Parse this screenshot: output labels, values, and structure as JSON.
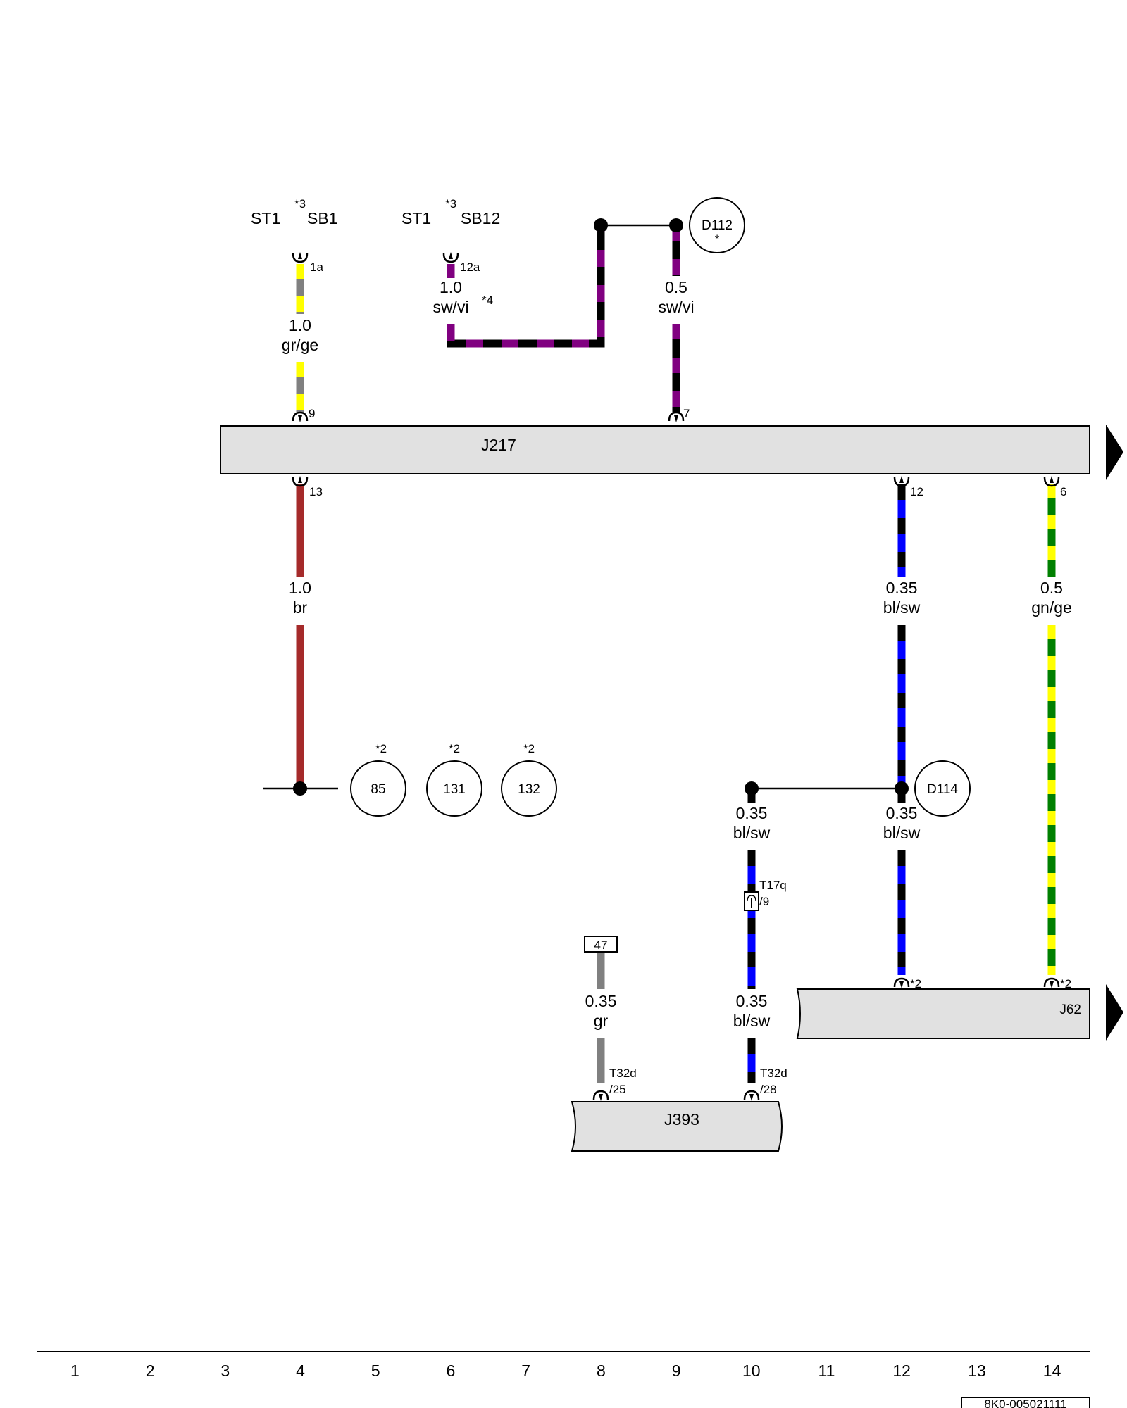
{
  "terminals": {
    "left": {
      "st": "ST1",
      "sb": "SB1",
      "note": "*3",
      "pin": "1a"
    },
    "right": {
      "st": "ST1",
      "sb": "SB12",
      "note": "*3",
      "pin": "12a"
    }
  },
  "wires": {
    "sb1": {
      "gauge": "1.0",
      "color": "gr/ge",
      "pin": "9"
    },
    "sb12": {
      "gauge": "1.0",
      "color": "sw/vi",
      "note": "*4"
    },
    "d112": {
      "gauge": "0.5",
      "color": "sw/vi",
      "pin": "7"
    },
    "pin13": {
      "gauge": "1.0",
      "color": "br",
      "pin": "13"
    },
    "pin12": {
      "gauge": "0.35",
      "color": "bl/sw",
      "pin": "12"
    },
    "pin6": {
      "gauge": "0.5",
      "color": "gn/ge",
      "pin": "6"
    },
    "d114_left": {
      "gauge": "0.35",
      "color": "bl/sw"
    },
    "d114_down": {
      "gauge": "0.35",
      "color": "bl/sw"
    },
    "j62_pin_a": "*2",
    "j62_pin_b": "*2",
    "t17q": {
      "connector": "T17q",
      "pin": "/9"
    },
    "j393_left": {
      "gauge": "0.35",
      "color": "gr",
      "connector": "T32d",
      "pin": "/25"
    },
    "j393_right": {
      "gauge": "0.35",
      "color": "bl/sw",
      "connector": "T32d",
      "pin": "/28"
    }
  },
  "components": {
    "j217": "J217",
    "j62": "J62",
    "j393": "J393",
    "d112": {
      "label": "D112",
      "note": "*"
    },
    "d114": "D114",
    "ref47": "47"
  },
  "ground_refs": [
    {
      "label": "85",
      "note": "*2"
    },
    {
      "label": "131",
      "note": "*2"
    },
    {
      "label": "132",
      "note": "*2"
    }
  ],
  "grid": [
    "1",
    "2",
    "3",
    "4",
    "5",
    "6",
    "7",
    "8",
    "9",
    "10",
    "11",
    "12",
    "13",
    "14"
  ],
  "doc_id": "8K0-005021111",
  "colors": {
    "gray": "#808080",
    "yellow": "#ffff00",
    "violet": "#800080",
    "brown": "#a52a2a",
    "blue": "#0000ff",
    "green": "#008000",
    "block_fill": "#e1e1e1"
  }
}
